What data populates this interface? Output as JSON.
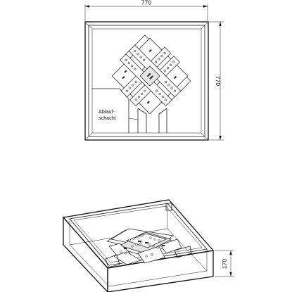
{
  "top_view": {
    "width_dimension": "770",
    "height_dimension": "770",
    "drain_label_line1": "Ablauf-",
    "drain_label_line2": "schacht"
  },
  "iso_view": {
    "height_dimension": "170"
  }
}
